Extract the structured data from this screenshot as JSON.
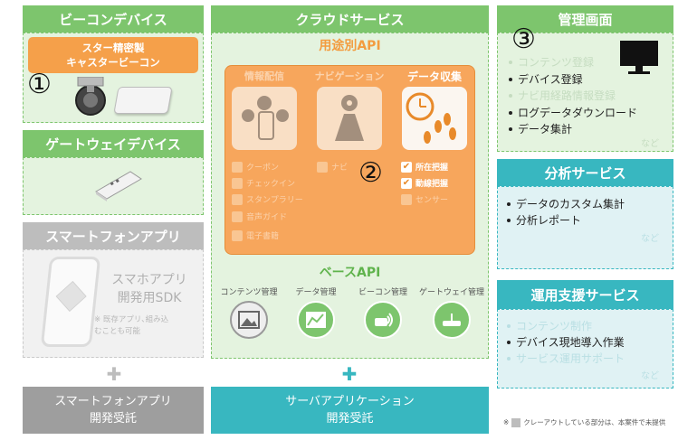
{
  "left": {
    "beacon_header": "ビーコンデバイス",
    "beacon_card": "スター精密製\nキャスタービーコン",
    "gateway_header": "ゲートウェイデバイス",
    "app_header": "スマートフォンアプリ",
    "sdk_title_line1": "スマホアプリ",
    "sdk_title_line2": "開発用SDK",
    "sdk_note": "※ 既存アプリ､組み込\nむことも可能",
    "plus": "✚",
    "bottom_box": "スマートフォンアプリ\n開発受託"
  },
  "cloud": {
    "header": "クラウドサービス",
    "purpose_title": "用途別API",
    "categories": [
      {
        "label": "情報配信",
        "active": false
      },
      {
        "label": "ナビゲーション",
        "active": false
      },
      {
        "label": "データ収集",
        "active": true
      }
    ],
    "info_items": [
      "クーポン",
      "チェックイン",
      "スタンプラリー",
      "音声ガイド",
      "電子書籍"
    ],
    "nav_items": [
      "ナビ"
    ],
    "data_items": [
      {
        "label": "所在把握",
        "checked": true
      },
      {
        "label": "動線把握",
        "checked": true
      },
      {
        "label": "センサー",
        "checked": false
      }
    ],
    "base_title": "ベースAPI",
    "base_items": [
      "コンテンツ管理",
      "データ管理",
      "ビーコン管理",
      "ゲートウェイ管理"
    ],
    "plus": "✚",
    "bottom_box": "サーバアプリケーション\n開発受託"
  },
  "right": {
    "mgmt_header": "管理画面",
    "mgmt_items": [
      {
        "label": "コンテンツ登録",
        "active": false
      },
      {
        "label": "デバイス登録",
        "active": true
      },
      {
        "label": "ナビ用経路情報登録",
        "active": false
      },
      {
        "label": "ログデータダウンロード",
        "active": true
      },
      {
        "label": "データ集計",
        "active": true
      }
    ],
    "etc": "など",
    "analysis_header": "分析サービス",
    "analysis_items": [
      "データのカスタム集計",
      "分析レポート"
    ],
    "ops_header": "運用支援サービス",
    "ops_items": [
      {
        "label": "コンテンツ制作",
        "active": false
      },
      {
        "label": "デバイス現地導入作業",
        "active": true
      },
      {
        "label": "サービス運用サポート",
        "active": false
      }
    ],
    "footnote": "クレーアウトしている部分は、本案件で未提供",
    "footnote_mark": "※"
  },
  "markers": [
    "①",
    "②",
    "③"
  ],
  "colors": {
    "green": "#7dc56d",
    "orange": "#f39c3f",
    "teal": "#38b7c0",
    "gray": "#9e9e9e"
  }
}
